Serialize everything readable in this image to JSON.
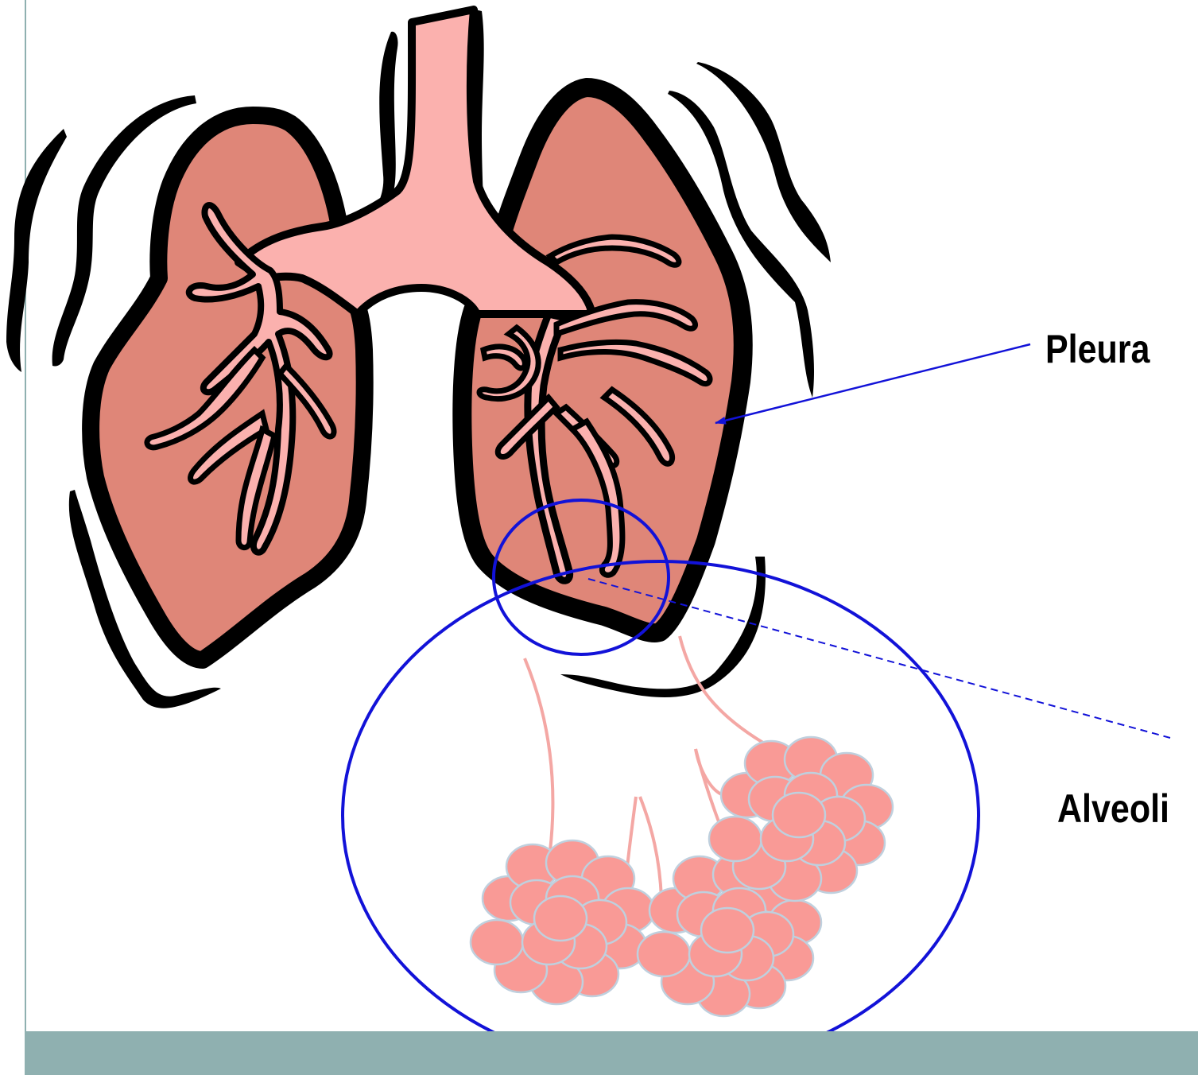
{
  "labels": {
    "pleura": "Pleura",
    "alveoli": "Alveoli"
  },
  "colors": {
    "lung_fill": "#df8678",
    "airway_fill": "#fbb1ae",
    "outline": "#000000",
    "alveoli_fill": "#f99a96",
    "alveoli_stroke": "#bfd0de",
    "callout_blue": "#1212d8",
    "footer_band": "#8fb0b0"
  },
  "icons": [
    "lungs-illustration",
    "alveoli-cluster-icon",
    "arrow-icon",
    "magnifier-circle-icon"
  ]
}
